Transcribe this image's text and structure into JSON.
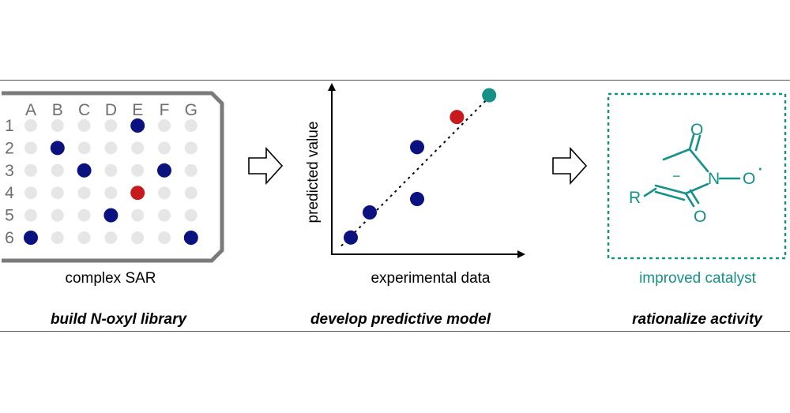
{
  "panels": {
    "library": {
      "caption": "complex SAR",
      "footer": "build N-oxyl library",
      "columns": [
        "A",
        "B",
        "C",
        "D",
        "E",
        "F",
        "G"
      ],
      "rows": [
        "1",
        "2",
        "3",
        "4",
        "5",
        "6"
      ],
      "hits": [
        {
          "col": "E",
          "row": "1",
          "kind": "hit"
        },
        {
          "col": "B",
          "row": "2",
          "kind": "hit"
        },
        {
          "col": "C",
          "row": "3",
          "kind": "hit"
        },
        {
          "col": "F",
          "row": "3",
          "kind": "hit"
        },
        {
          "col": "E",
          "row": "4",
          "kind": "best"
        },
        {
          "col": "D",
          "row": "5",
          "kind": "hit"
        },
        {
          "col": "A",
          "row": "6",
          "kind": "hit"
        },
        {
          "col": "G",
          "row": "6",
          "kind": "hit"
        }
      ]
    },
    "model": {
      "footer": "develop predictive model",
      "xlabel": "experimental data",
      "ylabel": "predicted value"
    },
    "catalyst": {
      "caption": "improved catalyst",
      "footer": "rationalize activity",
      "atoms": {
        "o_top": "O",
        "n": "N",
        "o_radical": "O",
        "radical_dot": "·",
        "r_group": "R",
        "o_bottom": "O",
        "charge": "−"
      }
    }
  },
  "chart_data": {
    "type": "scatter",
    "xlabel": "experimental data",
    "ylabel": "predicted value",
    "points": [
      {
        "x": 0.1,
        "y": 0.1,
        "kind": "hit"
      },
      {
        "x": 0.2,
        "y": 0.25,
        "kind": "hit"
      },
      {
        "x": 0.45,
        "y": 0.33,
        "kind": "hit"
      },
      {
        "x": 0.45,
        "y": 0.64,
        "kind": "hit"
      },
      {
        "x": 0.66,
        "y": 0.82,
        "kind": "best"
      },
      {
        "x": 0.83,
        "y": 0.95,
        "kind": "improved"
      }
    ],
    "trendline": {
      "x": [
        0.05,
        0.84
      ],
      "y": [
        0.05,
        0.95
      ],
      "style": "dotted"
    }
  },
  "colors": {
    "hit": "#0b1280",
    "best": "#c8191c",
    "improved": "#159187",
    "empty_well": "#e6e6e6",
    "plate_border": "#7a7a7a",
    "grid_label": "#6e6e6e",
    "teal": "#159187"
  }
}
